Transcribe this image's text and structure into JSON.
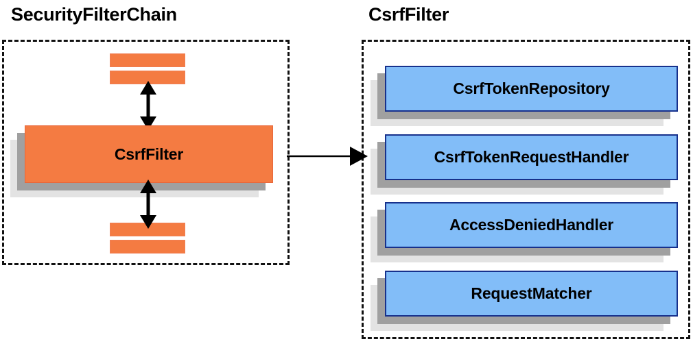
{
  "diagram": {
    "title_left": "SecurityFilterChain",
    "title_right": "CsrfFilter",
    "colors": {
      "node_orange": "#f47b42",
      "node_orange_border": "#e8673a",
      "node_blue": "#82bdf8",
      "node_blue_border": "#17318c",
      "shadow_dark": "#a0a0a0",
      "shadow_light": "#e3e3e3",
      "container_border": "#111111",
      "text": "#000000"
    },
    "groups": [
      {
        "id": "security-filter-chain",
        "title": "SecurityFilterChain",
        "nodes": [
          {
            "id": "csrffilter",
            "label": "CsrfFilter",
            "style": "orange"
          }
        ],
        "slats": [
          {
            "id": "slat-top-1",
            "position": "above"
          },
          {
            "id": "slat-top-2",
            "position": "above"
          },
          {
            "id": "slat-bottom-1",
            "position": "below"
          },
          {
            "id": "slat-bottom-2",
            "position": "below"
          }
        ]
      },
      {
        "id": "csrf-filter",
        "title": "CsrfFilter",
        "nodes": [
          {
            "id": "csrftokenrepository",
            "label": "CsrfTokenRepository",
            "style": "blue"
          },
          {
            "id": "csrftokenrequesthandler",
            "label": "CsrfTokenRequestHandler",
            "style": "blue"
          },
          {
            "id": "accessdeniedhandler",
            "label": "AccessDeniedHandler",
            "style": "blue"
          },
          {
            "id": "requestmatcher",
            "label": "RequestMatcher",
            "style": "blue"
          }
        ]
      }
    ],
    "connectors": [
      {
        "id": "chain-above-csrffilter",
        "kind": "double-arrow-vertical"
      },
      {
        "id": "chain-below-csrffilter",
        "kind": "double-arrow-vertical"
      },
      {
        "id": "csrffilter-to-detail",
        "kind": "single-arrow-right"
      }
    ]
  }
}
